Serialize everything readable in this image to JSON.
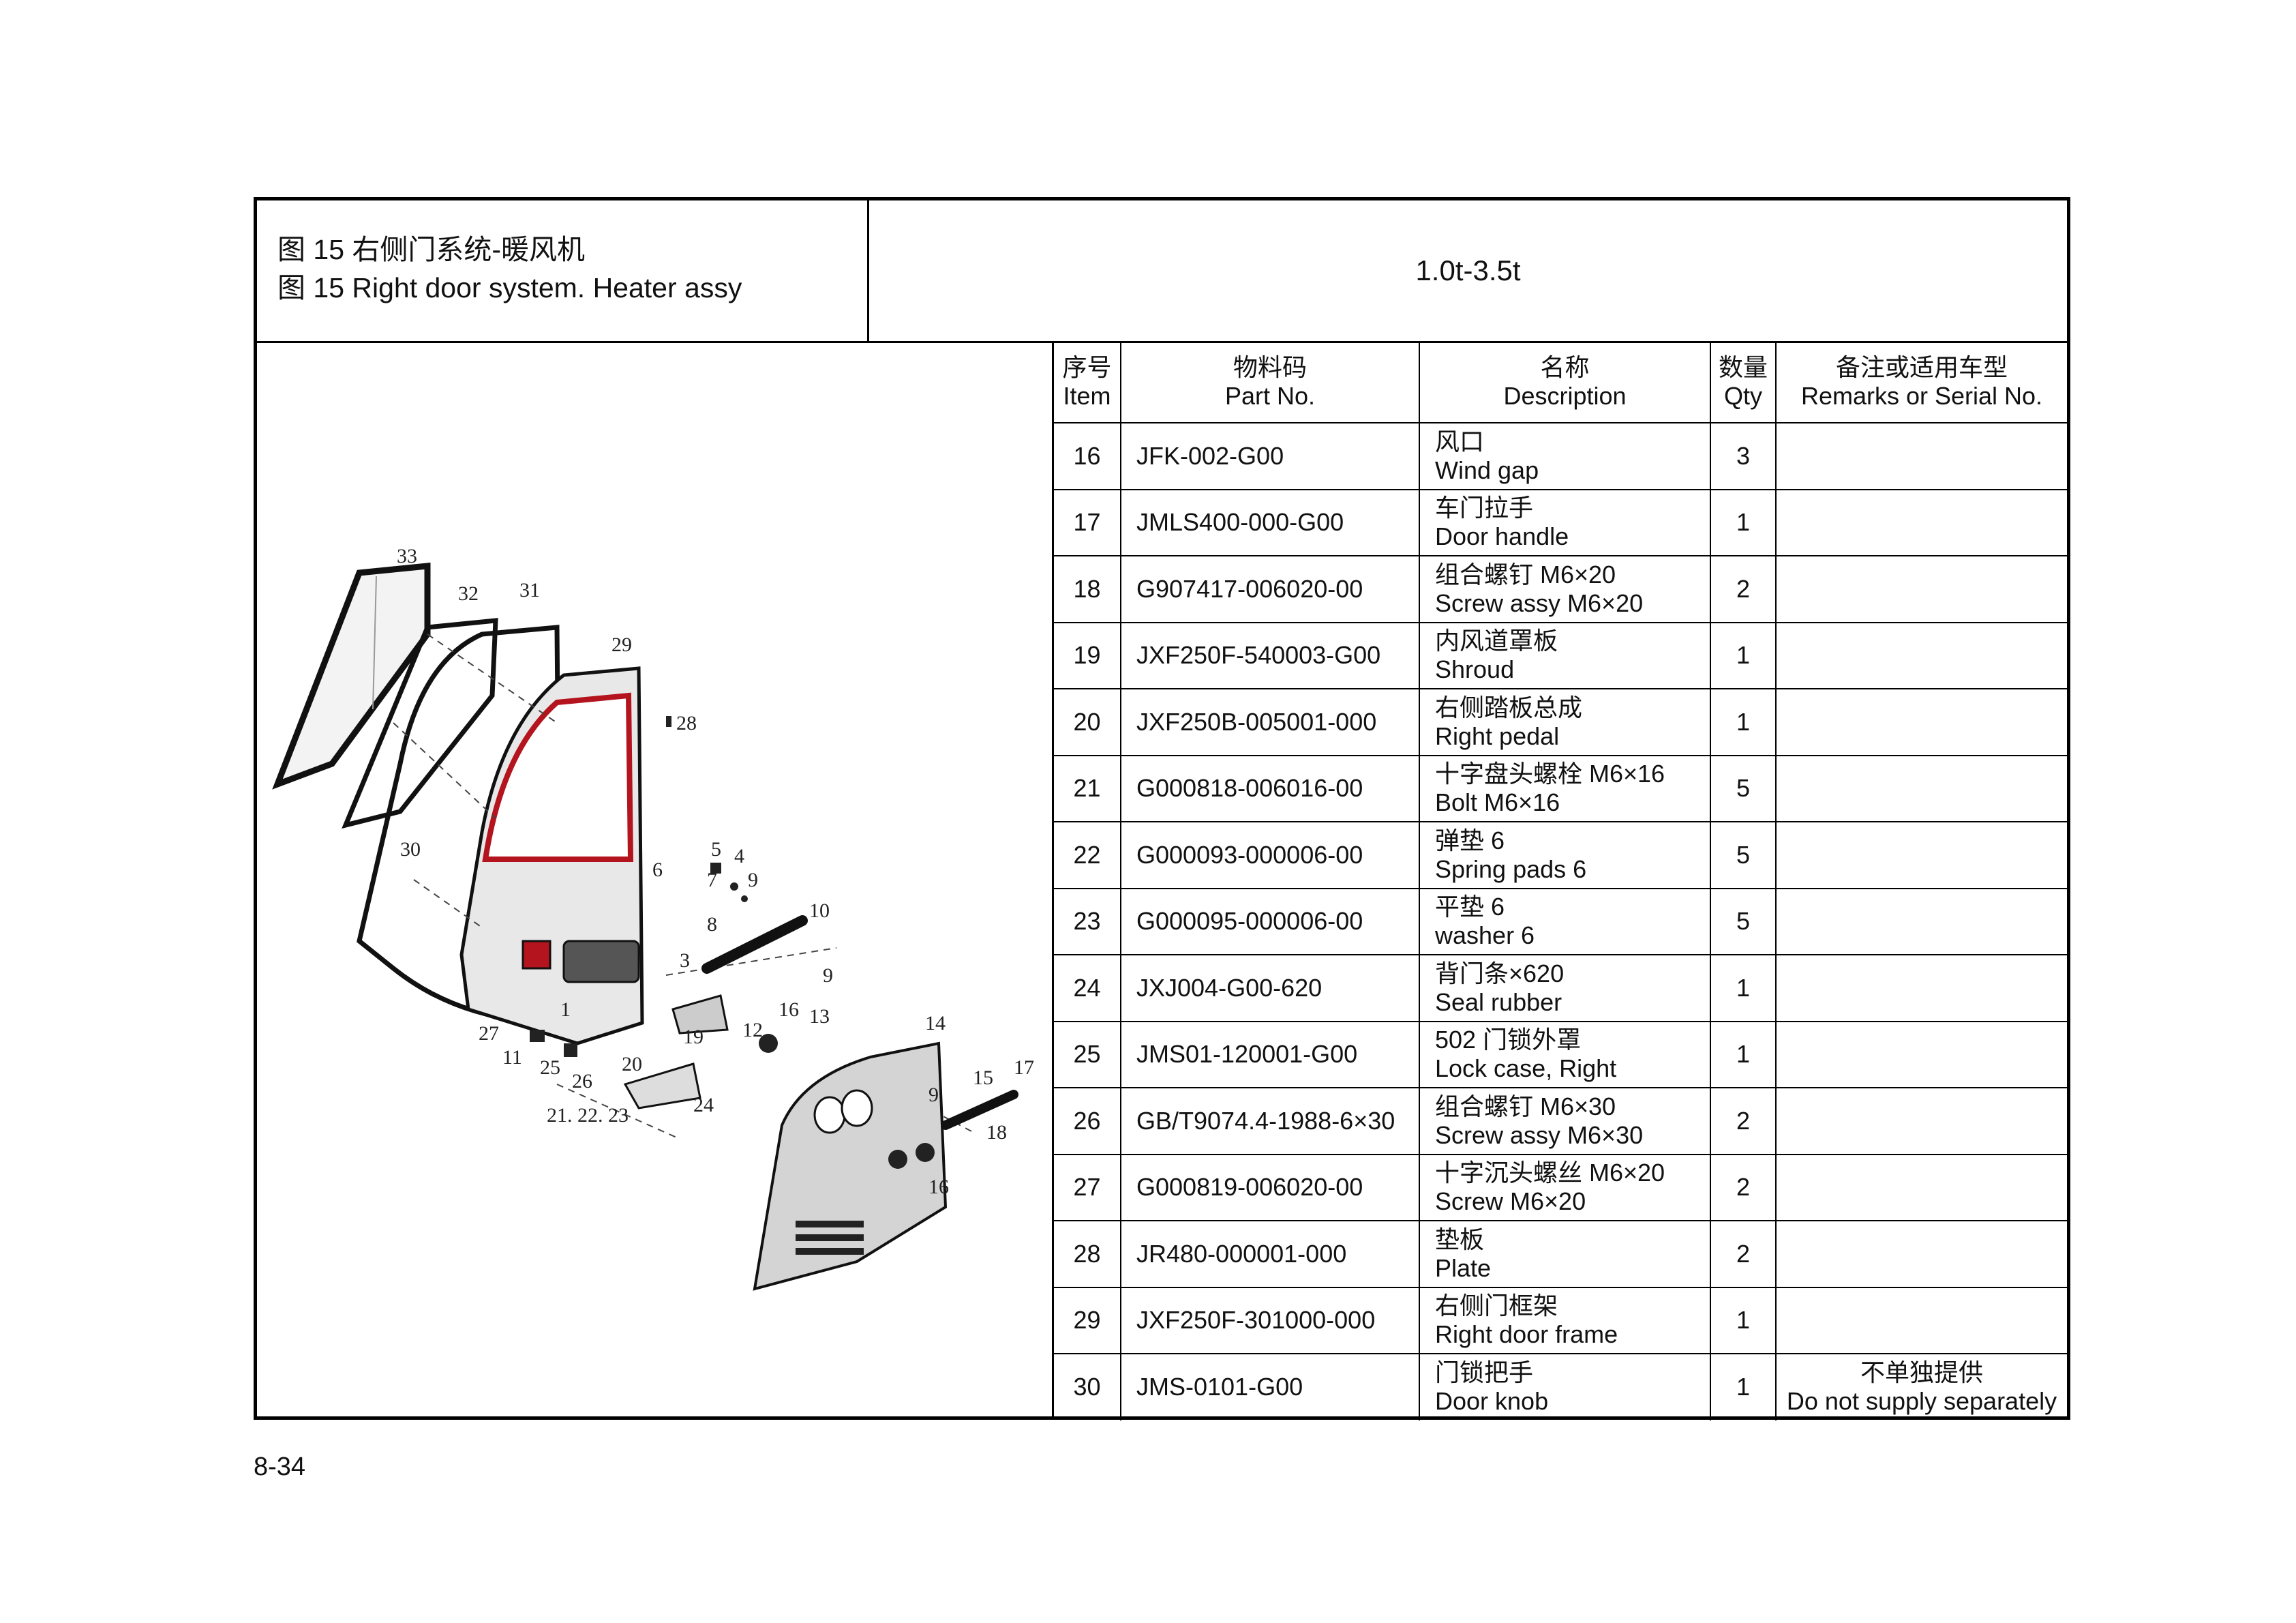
{
  "header": {
    "title_zh": "图 15 右侧门系统-暖风机",
    "title_en": "图 15 Right door system. Heater assy",
    "model": "1.0t-3.5t"
  },
  "table": {
    "columns": [
      {
        "zh": "序号",
        "en": "Item"
      },
      {
        "zh": "物料码",
        "en": "Part No."
      },
      {
        "zh": "名称",
        "en": "Description"
      },
      {
        "zh": "数量",
        "en": "Qty"
      },
      {
        "zh": "备注或适用车型",
        "en": "Remarks or Serial No."
      }
    ],
    "rows": [
      {
        "item": "16",
        "part": "JFK-002-G00",
        "desc_zh": "风口",
        "desc_en": "Wind gap",
        "qty": "3",
        "rem_zh": "",
        "rem_en": ""
      },
      {
        "item": "17",
        "part": "JMLS400-000-G00",
        "desc_zh": "车门拉手",
        "desc_en": "Door handle",
        "qty": "1",
        "rem_zh": "",
        "rem_en": ""
      },
      {
        "item": "18",
        "part": "G907417-006020-00",
        "desc_zh": "组合螺钉 M6×20",
        "desc_en": "Screw assy M6×20",
        "qty": "2",
        "rem_zh": "",
        "rem_en": ""
      },
      {
        "item": "19",
        "part": "JXF250F-540003-G00",
        "desc_zh": "内风道罩板",
        "desc_en": "Shroud",
        "qty": "1",
        "rem_zh": "",
        "rem_en": ""
      },
      {
        "item": "20",
        "part": "JXF250B-005001-000",
        "desc_zh": "右侧踏板总成",
        "desc_en": "Right pedal",
        "qty": "1",
        "rem_zh": "",
        "rem_en": ""
      },
      {
        "item": "21",
        "part": "G000818-006016-00",
        "desc_zh": "十字盘头螺栓 M6×16",
        "desc_en": "Bolt M6×16",
        "qty": "5",
        "rem_zh": "",
        "rem_en": ""
      },
      {
        "item": "22",
        "part": "G000093-000006-00",
        "desc_zh": "弹垫 6",
        "desc_en": "Spring pads 6",
        "qty": "5",
        "rem_zh": "",
        "rem_en": ""
      },
      {
        "item": "23",
        "part": "G000095-000006-00",
        "desc_zh": "平垫 6",
        "desc_en": "washer 6",
        "qty": "5",
        "rem_zh": "",
        "rem_en": ""
      },
      {
        "item": "24",
        "part": "JXJ004-G00-620",
        "desc_zh": "背门条×620",
        "desc_en": "Seal rubber",
        "qty": "1",
        "rem_zh": "",
        "rem_en": ""
      },
      {
        "item": "25",
        "part": "JMS01-120001-G00",
        "desc_zh": "502 门锁外罩",
        "desc_en": "Lock case, Right",
        "qty": "1",
        "rem_zh": "",
        "rem_en": ""
      },
      {
        "item": "26",
        "part": "GB/T9074.4-1988-6×30",
        "desc_zh": "组合螺钉 M6×30",
        "desc_en": "Screw assy M6×30",
        "qty": "2",
        "rem_zh": "",
        "rem_en": ""
      },
      {
        "item": "27",
        "part": "G000819-006020-00",
        "desc_zh": "十字沉头螺丝 M6×20",
        "desc_en": "Screw M6×20",
        "qty": "2",
        "rem_zh": "",
        "rem_en": ""
      },
      {
        "item": "28",
        "part": "JR480-000001-000",
        "desc_zh": "垫板",
        "desc_en": "Plate",
        "qty": "2",
        "rem_zh": "",
        "rem_en": ""
      },
      {
        "item": "29",
        "part": "JXF250F-301000-000",
        "desc_zh": "右侧门框架",
        "desc_en": "Right door frame",
        "qty": "1",
        "rem_zh": "",
        "rem_en": ""
      },
      {
        "item": "30",
        "part": "JMS-0101-G00",
        "desc_zh": "门锁把手",
        "desc_en": "Door knob",
        "qty": "1",
        "rem_zh": "不单独提供",
        "rem_en": "Do not supply separately"
      }
    ]
  },
  "diagram": {
    "callouts": [
      "33",
      "32",
      "31",
      "29",
      "28",
      "30",
      "6",
      "5",
      "4",
      "7",
      "9",
      "8",
      "10",
      "3",
      "1",
      "27",
      "11",
      "25",
      "26",
      "19",
      "20",
      "21. 22. 23",
      "24",
      "12",
      "13",
      "16",
      "9",
      "14",
      "15",
      "17",
      "9",
      "18",
      "16"
    ]
  },
  "footer": {
    "page": "8-34"
  }
}
